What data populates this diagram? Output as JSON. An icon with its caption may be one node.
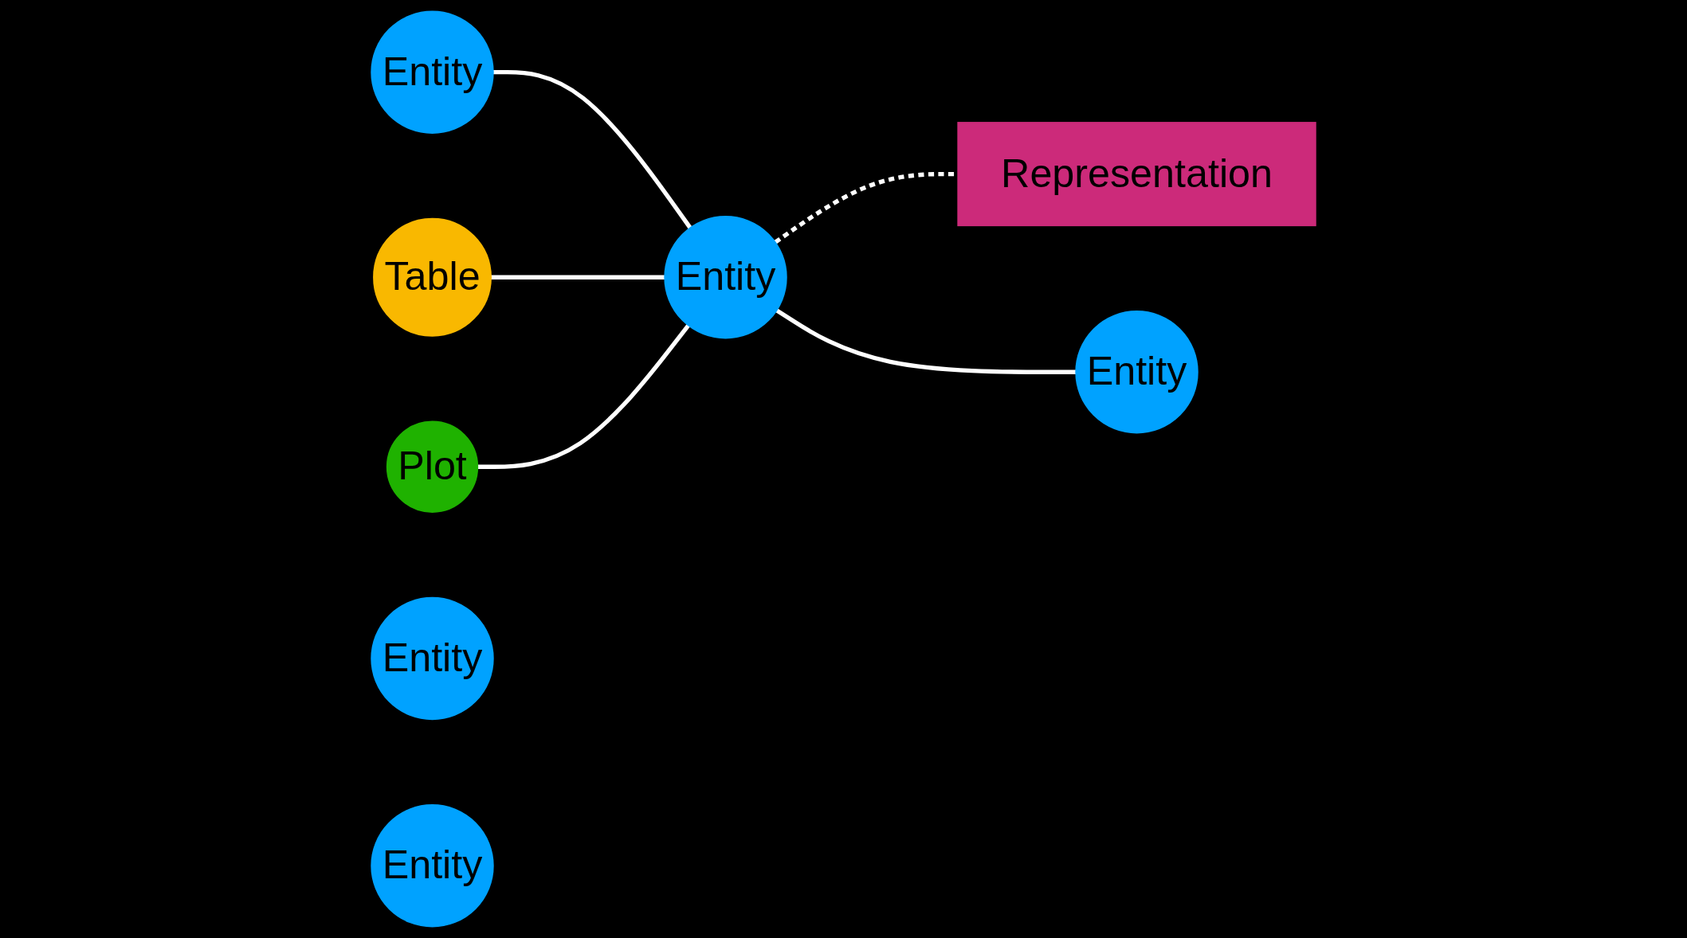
{
  "diagram": {
    "nodes": [
      {
        "text": [
          "Entity"
        ]
      },
      {
        "text": [
          "Table"
        ]
      },
      {
        "text": [
          "Entity"
        ]
      },
      {
        "text": [
          "Representation"
        ]
      },
      {
        "text": [
          "Plot"
        ]
      },
      {
        "text": [
          "Entity"
        ]
      },
      {
        "text": [
          "Entity"
        ]
      },
      {
        "text": [
          "Entity"
        ]
      }
    ],
    "edges": [
      {
        "from": 0,
        "to": 2,
        "arrow": "none"
      },
      {
        "from": 1,
        "to": 2,
        "arrow": "none"
      },
      {
        "from": 4,
        "to": 2,
        "arrow": "none"
      },
      {
        "from": 2,
        "to": 3,
        "arrow": "none",
        "style": "dashed"
      },
      {
        "from": 2,
        "to": 6,
        "arrow": "none"
      }
    ]
  }
}
